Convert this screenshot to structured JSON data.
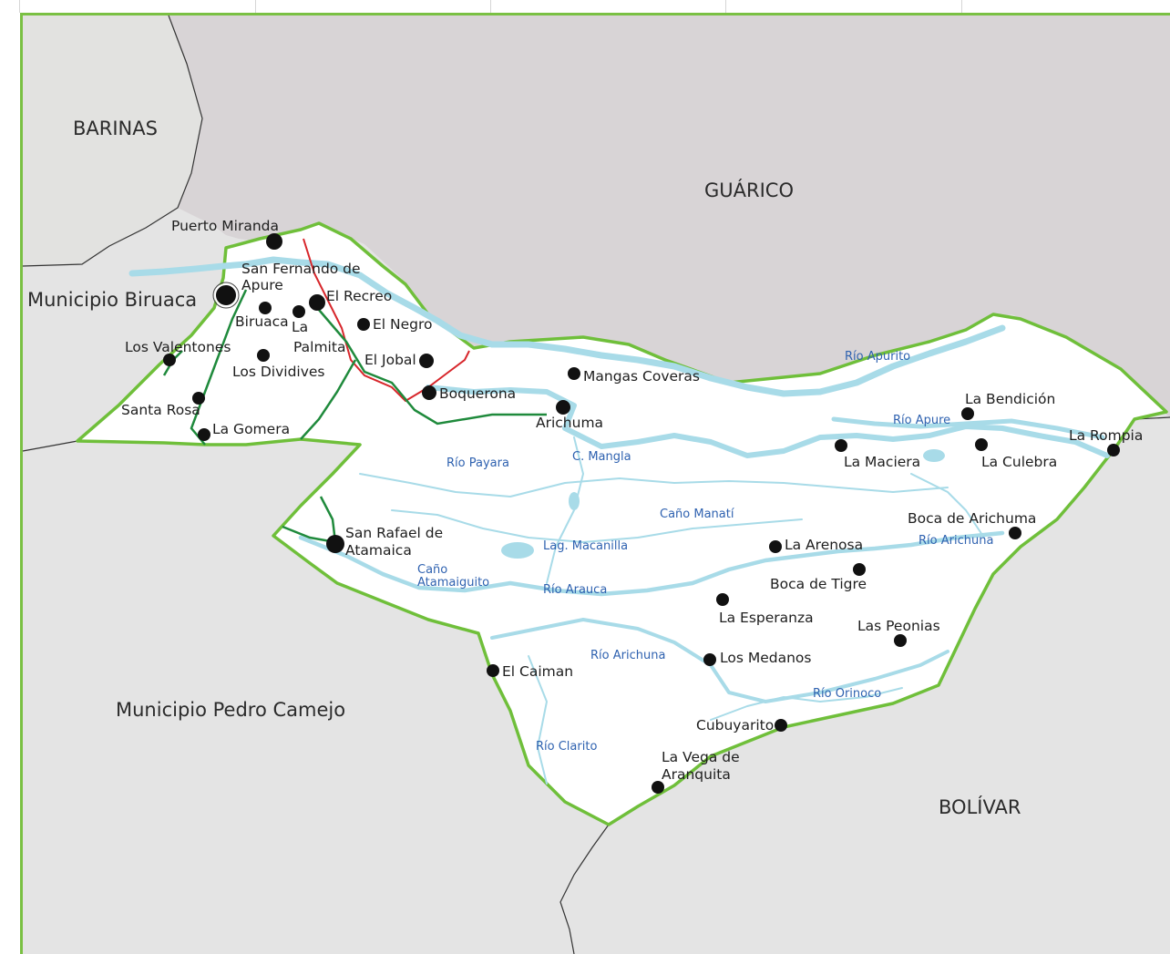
{
  "colors": {
    "accent_border": "#7ac043",
    "guarico_fill": "#d8d4d6",
    "barinas_fill": "#e2e2e0",
    "neighbour_fill": "#e4e4e4",
    "municipality_fill": "#ffffff",
    "river": "#a8dbe8",
    "road_primary": "#d7262b",
    "road_secondary": "#1f8a3c"
  },
  "regions": {
    "barinas": "BARINAS",
    "guarico": "GUÁRICO",
    "biruaca": "Municipio Biruaca",
    "pedro_camejo": "Municipio Pedro Camejo",
    "bolivar": "BOLÍVAR"
  },
  "towns": {
    "puerto_miranda": "Puerto Miranda",
    "san_fernando_1": "San Fernando de",
    "san_fernando_2": "Apure",
    "el_recreo": "El Recreo",
    "biruaca": "Biruaca",
    "la_palmita_1": "La",
    "la_palmita_2": "Palmita",
    "el_negro": "El Negro",
    "los_valentones": "Los Valentones",
    "los_dividives": "Los Dividives",
    "el_jobal": "El Jobal",
    "boquerona": "Boquerona",
    "mangas_coveras": "Mangas Coveras",
    "arichuma": "Arichuma",
    "santa_rosa": "Santa Rosa",
    "la_gomera": "La Gomera",
    "la_bendicion": "La Bendición",
    "la_rompia": "La Rompia",
    "la_maciera": "La Maciera",
    "la_culebra": "La Culebra",
    "boca_de_arichuma": "Boca de Arichuma",
    "san_rafael_1": "San Rafael de",
    "san_rafael_2": "Atamaica",
    "la_arenosa": "La Arenosa",
    "boca_de_tigre": "Boca de Tigre",
    "la_esperanza": "La Esperanza",
    "las_peonias": "Las Peonias",
    "los_medanos": "Los Medanos",
    "el_caiman": "El Caiman",
    "cubuyarito": "Cubuyarito",
    "la_vega_1": "La Vega de",
    "la_vega_2": "Aranquita"
  },
  "rivers": {
    "rio_apurito": "Río Apurito",
    "rio_apure": "Río Apure",
    "rio_payara": "Río Payara",
    "c_mangla": "C. Mangla",
    "cano_manati": "Caño Manatí",
    "rio_arichuna_east": "Río Arichuna",
    "lag_macanilla": "Lag. Macanilla",
    "cano_atamaiguito_1": "Caño",
    "cano_atamaiguito_2": "Atamaiguito",
    "rio_arauca": "Río Arauca",
    "rio_arichuna_south": "Río Arichuna",
    "rio_orinoco": "Río Orinoco",
    "rio_clarito": "Río Clarito"
  }
}
